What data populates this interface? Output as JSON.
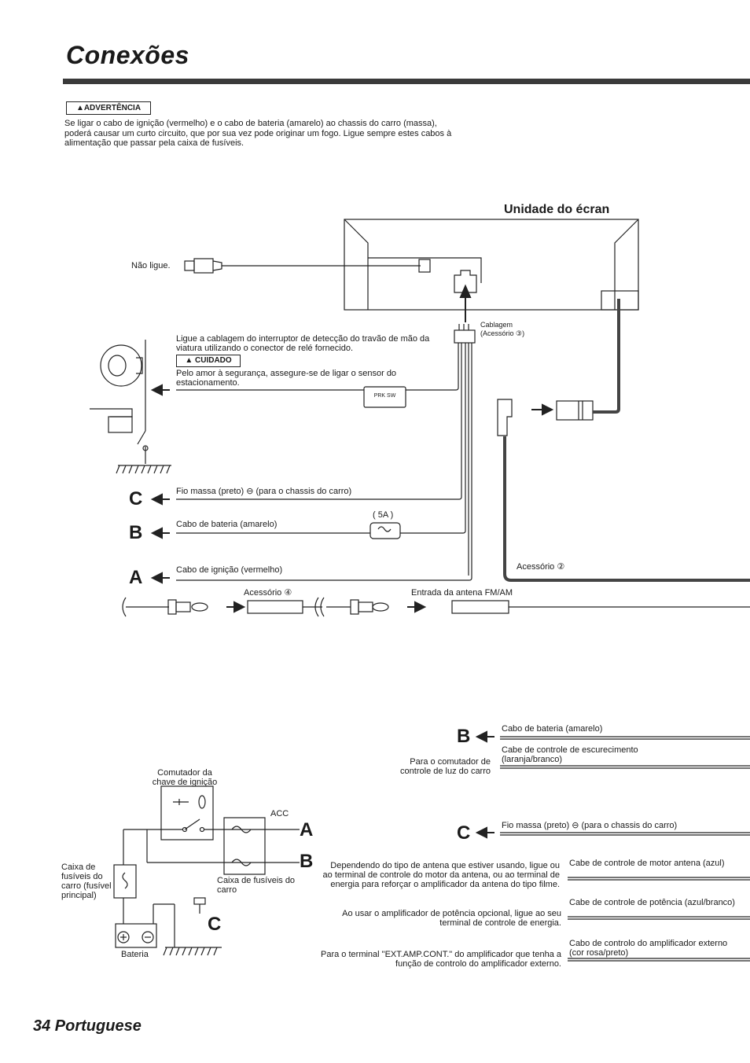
{
  "page": {
    "title": "Conexões",
    "footer": "34 Portuguese"
  },
  "warning": {
    "label": "▲ADVERTÊNCIA",
    "text": "Se ligar o cabo de ignição (vermelho) e o cabo de bateria (amarelo) ao chassis do carro (massa), poderá causar um curto circuito, que por sua vez pode originar um fogo. Ligue sempre estes cabos à alimentação que passar pela caixa de fusíveis."
  },
  "diagram1": {
    "unit_label": "Unidade do écran",
    "nao_ligue": "Não ligue.",
    "cablagem": "Cablagem",
    "acessorio3": "(Acessório ③)",
    "parking_text": "Ligue a cablagem do interruptor de detecção do travão de mão da viatura utilizando o conector de relé fornecido.",
    "caution_label": "▲ CUIDADO",
    "caution_text": "Pelo amor à segurança, assegure-se de ligar o sensor do estacionamento.",
    "prk_sw": "PRK SW",
    "ground_wire": "Fio massa (preto)  ⊖ (para o chassis do carro)",
    "fuse_label": "( 5A )",
    "battery_wire": "Cabo de bateria (amarelo)",
    "ignition_wire": "Cabo de ignição (vermelho)",
    "acessorio2": "Acessório ②",
    "acessorio4": "Acessório ④",
    "antenna": "Entrada da antena FM/AM",
    "letter_a": "A",
    "letter_b": "B",
    "letter_c": "C"
  },
  "diagram2": {
    "ignition_switch": "Comutador da chave de ignição",
    "acc": "ACC",
    "car_fuse_main": "Caixa de fusíveis do carro (fusível principal)",
    "car_fuse_box": "Caixa de fusíveis do carro",
    "battery": "Bateria",
    "letter_a": "A",
    "letter_b": "B",
    "letter_c": "C"
  },
  "diagram3": {
    "letter_b": "B",
    "letter_c": "C",
    "battery_wire": "Cabo de bateria (amarelo)",
    "dimmer_wire": "Cabe de controle de escurecimento (laranja/branco)",
    "dimmer_desc": "Para o comutador de controle de luz do carro",
    "ground_wire": "Fio massa (preto) ⊖ (para o chassis do carro)",
    "antenna_desc": "Dependendo do tipo de antena que estiver usando, ligue ou ao terminal de controle do motor da antena, ou ao terminal de energia para reforçar o amplificador da antena do tipo filme.",
    "antenna_wire": "Cabe de controle de motor antena (azul)",
    "power_desc": "Ao usar o amplificador de potência opcional, ligue ao seu terminal de controle de energia.",
    "power_wire": "Cabe de controle de potência (azul/branco)",
    "ext_desc": "Para o terminal \"EXT.AMP.CONT.\" do amplificador que tenha a função de controlo do amplificador externo.",
    "ext_wire": "Cabo de controlo do amplificador externo (cor rosa/preto)"
  }
}
